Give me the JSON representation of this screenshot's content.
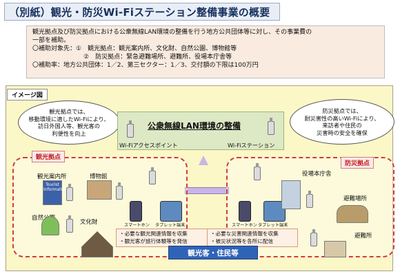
{
  "title": "（別紙）観光・防災Wi-Fiステーション整備事業の概要",
  "summary": {
    "line1": "観光拠点及び防災拠点における公衆無線LAN環境の整備を行う地方公共団体等に対し、その事業費の",
    "line2": "一部を補助。",
    "line3": "〇補助対象先：①　観光拠点：観光案内所、文化財、自然公園、博物館等",
    "line4": "②　防災拠点：緊急避難場所、避難所、役場本庁舎等",
    "line5": "〇補助率：地方公共団体：1／2、第三セクター：1／3、交付額の下限は100万円"
  },
  "figure": {
    "label": "イメージ図",
    "cloud_left": [
      "観光拠点では、",
      "移動環境に適したWi-Fiにより、",
      "訪日外国人等、観光客の",
      "利便性を向上"
    ],
    "cloud_right": [
      "防災拠点では、",
      "耐災害性の高いWi-Fiにより、",
      "来訪者や住民の",
      "災害時の安全を確保"
    ],
    "center_title": "公衆無線LAN環境の整備",
    "ap_label": "Wi-Fiアクセスポイント",
    "ws_label": "Wi-Fiステーション",
    "tourism_tag": "観光拠点",
    "disaster_tag": "防災拠点",
    "tourism_places": {
      "kankou": "観光案内所",
      "museum": "博物館",
      "park": "自然公園",
      "bunka": "文化財"
    },
    "disaster_places": {
      "office": "役場本庁舎",
      "gym": "避難場所",
      "shelter": "避難所"
    },
    "phone_left": "スマートホン",
    "tablet_left": "タブレット端末",
    "phone_right": "スマートホン",
    "tablet_right": "タブレット端末",
    "info_left": [
      "・必要な観光関連情報を収集",
      "・観光客が旅行体験等を発信"
    ],
    "info_right": [
      "・必要な災害関連情報を収集",
      "・被災状況等を各所に配信"
    ],
    "people": "観光客・住民等",
    "kankou_sign": "Tourist Information"
  }
}
